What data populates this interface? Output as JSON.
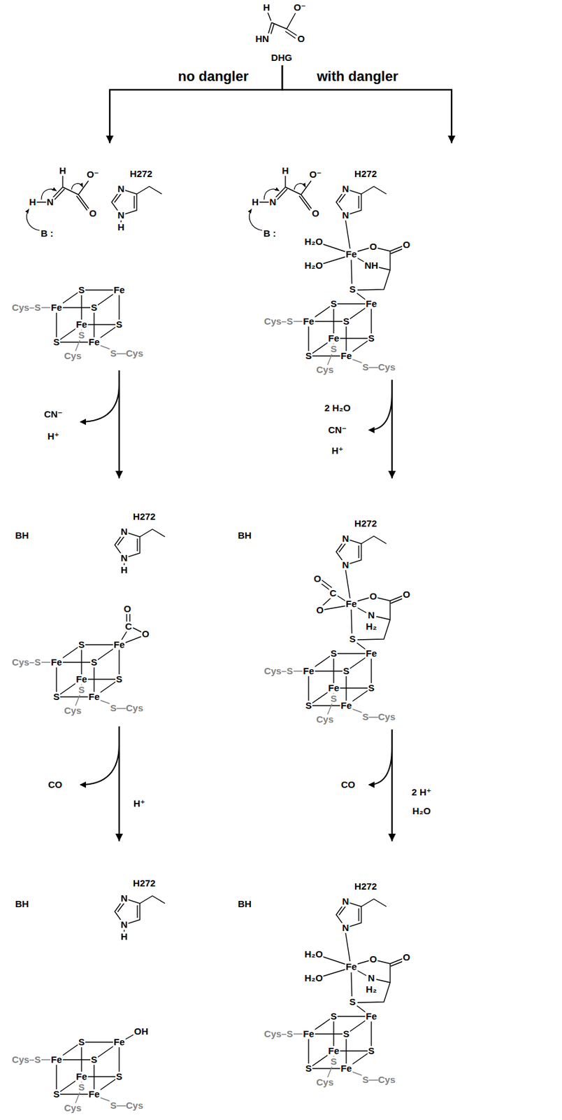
{
  "diagram": {
    "nodes": [
      {
        "text": [
          "H",
          "O⁻",
          "HN",
          "O",
          "DHG"
        ]
      },
      {
        "text": [
          "H",
          "O⁻",
          "H",
          "N",
          "O",
          "B :",
          "H272",
          "N",
          "N",
          "H"
        ]
      },
      {
        "text": [
          "S",
          "Fe",
          "Cys–S",
          "Fe",
          "S",
          "Fe",
          "S",
          "S",
          "S",
          "Fe",
          "Cys",
          "S—Cys"
        ],
        "in": 1
      },
      {
        "text": [
          "H",
          "O⁻",
          "H",
          "N",
          "O",
          "B :",
          "H272",
          "N",
          "N",
          "H₂O",
          "Fe",
          "O",
          "O",
          "H₂O",
          "NH",
          "S"
        ]
      },
      {
        "text": [
          "S",
          "Fe",
          "Cys–S",
          "Fe",
          "S",
          "Fe",
          "S",
          "S",
          "S",
          "Fe",
          "Cys",
          "S—Cys"
        ],
        "in": 3
      },
      {
        "text": [
          "H272",
          "BH",
          "N",
          "N",
          "H",
          "O",
          "C",
          "O"
        ]
      },
      {
        "text": [
          "S",
          "Fe",
          "Cys–S",
          "Fe",
          "S",
          "Fe",
          "S",
          "S",
          "S",
          "Fe",
          "Cys",
          "S—Cys"
        ],
        "in": 5
      },
      {
        "text": [
          "H272",
          "BH",
          "N",
          "N",
          "O",
          "C",
          "O",
          "Fe",
          "O",
          "O",
          "N",
          "H₂",
          "S"
        ]
      },
      {
        "text": [
          "S",
          "Fe",
          "Cys–S",
          "Fe",
          "S",
          "Fe",
          "S",
          "S",
          "S",
          "Fe",
          "Cys",
          "S—Cys"
        ],
        "in": 7
      },
      {
        "text": [
          "H272",
          "BH",
          "N",
          "N",
          "H",
          "OH"
        ]
      },
      {
        "text": [
          "S",
          "Fe",
          "Cys–S",
          "Fe",
          "S",
          "Fe",
          "S",
          "S",
          "S",
          "Fe",
          "Cys",
          "S—Cys"
        ],
        "in": 9
      },
      {
        "text": [
          "H272",
          "BH",
          "N",
          "N",
          "H₂O",
          "Fe",
          "O",
          "O",
          "H₂O",
          "N",
          "H₂",
          "S"
        ]
      },
      {
        "text": [
          "S",
          "Fe",
          "Cys–S",
          "Fe",
          "S",
          "Fe",
          "S",
          "S",
          "S",
          "Fe",
          "Cys",
          "S—Cys"
        ],
        "in": 11
      }
    ],
    "edges": [
      {
        "from": 0,
        "to": 1,
        "arrow": "to"
      },
      {
        "from": 0,
        "to": 3,
        "arrow": "to"
      },
      {
        "from": 1,
        "to": 5,
        "arrow": "to"
      },
      {
        "from": 3,
        "to": 7,
        "arrow": "to"
      },
      {
        "from": 5,
        "to": 9,
        "arrow": "to"
      },
      {
        "from": 7,
        "to": 11,
        "arrow": "to"
      }
    ],
    "labels": [
      "no dangler",
      "with dangler",
      "CN⁻",
      "H⁺",
      "2 H₂O",
      "CN⁻",
      "H⁺",
      "CO",
      "H⁺",
      "CO",
      "2 H⁺",
      "H₂O"
    ]
  }
}
